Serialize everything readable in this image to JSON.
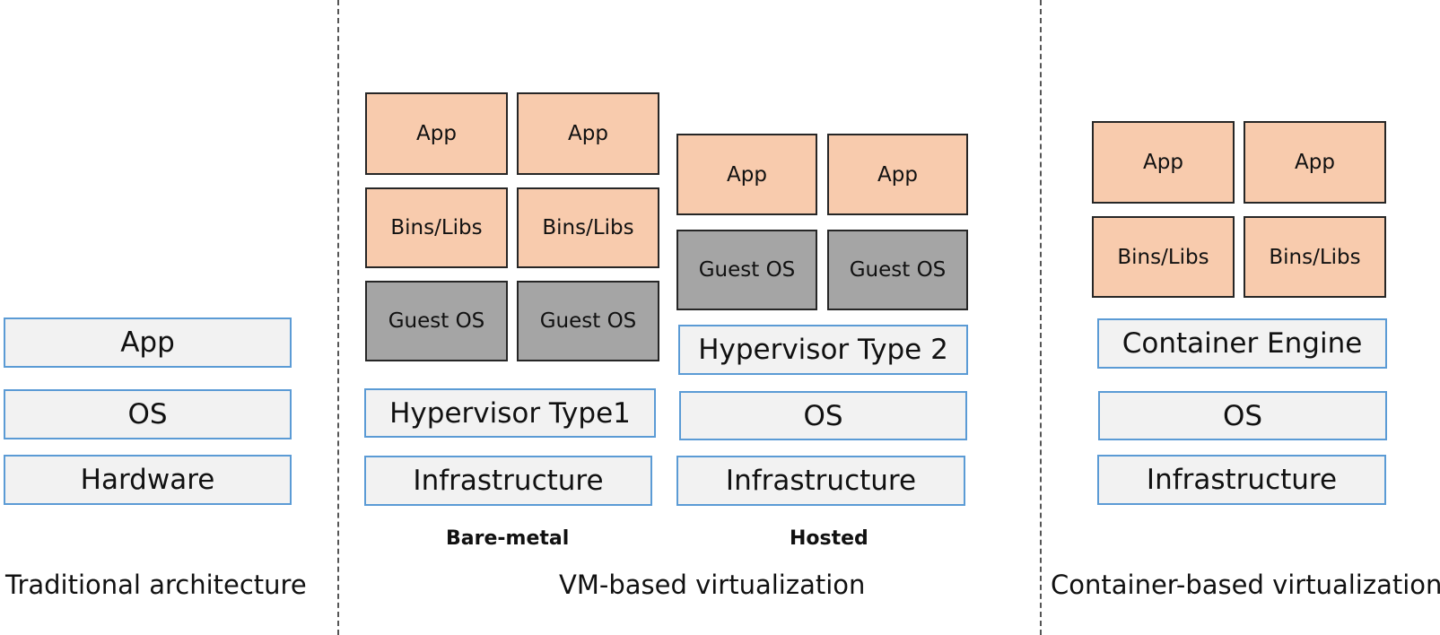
{
  "traditional": {
    "caption": "Traditional architecture",
    "layers": [
      "App",
      "OS",
      "Hardware"
    ]
  },
  "vm": {
    "caption": "VM-based virtualization",
    "bare_metal": {
      "label": "Bare-metal",
      "apps": [
        "App",
        "App"
      ],
      "bins": [
        "Bins/Libs",
        "Bins/Libs"
      ],
      "guest_os": [
        "Guest OS",
        "Guest OS"
      ],
      "hypervisor": "Hypervisor Type1",
      "infrastructure": "Infrastructure"
    },
    "hosted": {
      "label": "Hosted",
      "apps": [
        "App",
        "App"
      ],
      "guest_os": [
        "Guest OS",
        "Guest OS"
      ],
      "hypervisor": "Hypervisor Type 2",
      "os": "OS",
      "infrastructure": "Infrastructure"
    }
  },
  "container": {
    "caption": "Container-based virtualization",
    "apps": [
      "App",
      "App"
    ],
    "bins": [
      "Bins/Libs",
      "Bins/Libs"
    ],
    "engine": "Container Engine",
    "os": "OS",
    "infrastructure": "Infrastructure"
  },
  "colors": {
    "layer_fill": "#f2f2f2",
    "layer_border": "#5b9bd5",
    "app_fill": "#f8cbad",
    "guest_fill": "#a5a5a5"
  }
}
